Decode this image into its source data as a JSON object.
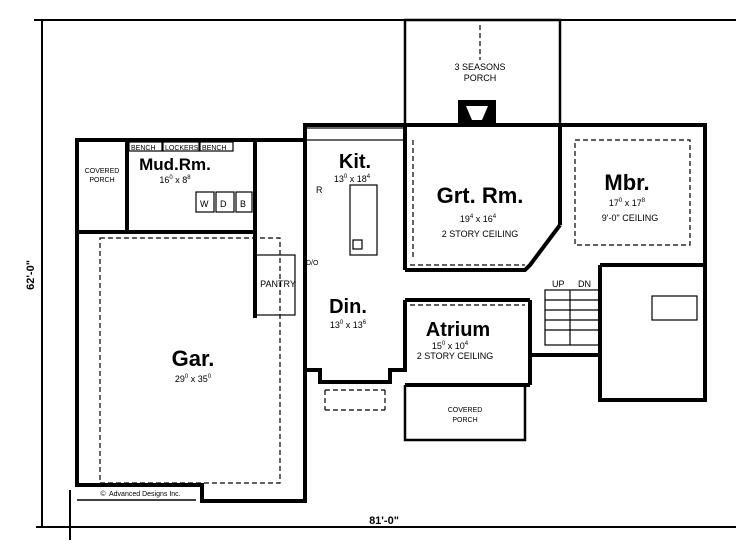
{
  "dimensions": {
    "depth": "62'-0\"",
    "width": "81'-0\""
  },
  "copyright": "Advanced Designs Inc.",
  "copyright_symbol": "©",
  "rooms": {
    "porch3": {
      "name": "3 SEASONS",
      "name2": "PORCH"
    },
    "mud": {
      "name": "Mud.Rm.",
      "w": "16",
      "wi": "0",
      "d": "8",
      "di": "8"
    },
    "covered_side": {
      "name": "COVERED",
      "name2": "PORCH"
    },
    "kit": {
      "name": "Kit.",
      "w": "13",
      "wi": "0",
      "d": "18",
      "di": "4"
    },
    "din": {
      "name": "Din.",
      "w": "13",
      "wi": "0",
      "d": "13",
      "di": "6"
    },
    "grt": {
      "name": "Grt. Rm.",
      "w": "19",
      "wi": "4",
      "d": "16",
      "di": "4",
      "note": "2 STORY CEILING"
    },
    "mbr": {
      "name": "Mbr.",
      "w": "17",
      "wi": "0",
      "d": "17",
      "di": "8",
      "note": "9'-0\" CEILING"
    },
    "atrium": {
      "name": "Atrium",
      "w": "15",
      "wi": "0",
      "d": "10",
      "di": "4",
      "note": "2 STORY CEILING"
    },
    "covered_front": {
      "name": "COVERED",
      "name2": "PORCH"
    },
    "gar": {
      "name": "Gar.",
      "w": "29",
      "wi": "0",
      "d": "35",
      "di": "0"
    },
    "pantry": {
      "name": "PANTRY"
    }
  },
  "fixtures": {
    "bench1": "BENCH",
    "lockers": "LOCKERS",
    "bench2": "BENCH",
    "washer": "W",
    "dryer": "D",
    "b": "B",
    "fridge": "R",
    "oven": "D/O",
    "up": "UP",
    "dn": "DN"
  },
  "sep": " x "
}
